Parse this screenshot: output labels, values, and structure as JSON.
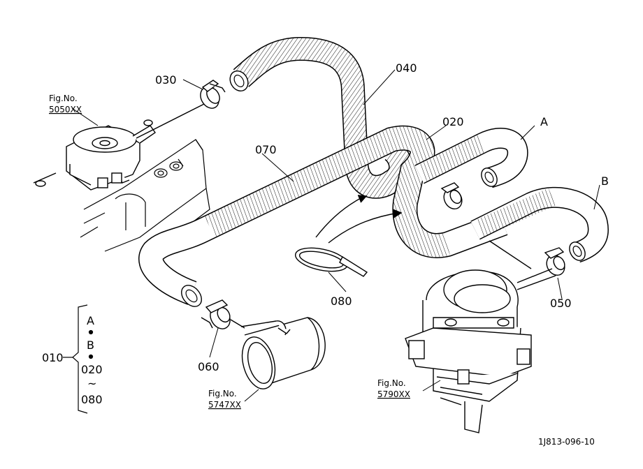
{
  "callouts": {
    "p010": "010",
    "p020": "020",
    "p030": "030",
    "p040": "040",
    "p050": "050",
    "p060": "060",
    "p070": "070",
    "p080": "080",
    "ptA": "A",
    "ptB": "B"
  },
  "kit_bracket": {
    "lines": [
      "A",
      "B",
      "020",
      "~",
      "080"
    ]
  },
  "figure_refs": {
    "fig_prefix": "Fig.No.",
    "ref_5050": "5050XX",
    "ref_5747": "5747XX",
    "ref_5790": "5790XX"
  },
  "drawing_code": "1J813-096-10"
}
